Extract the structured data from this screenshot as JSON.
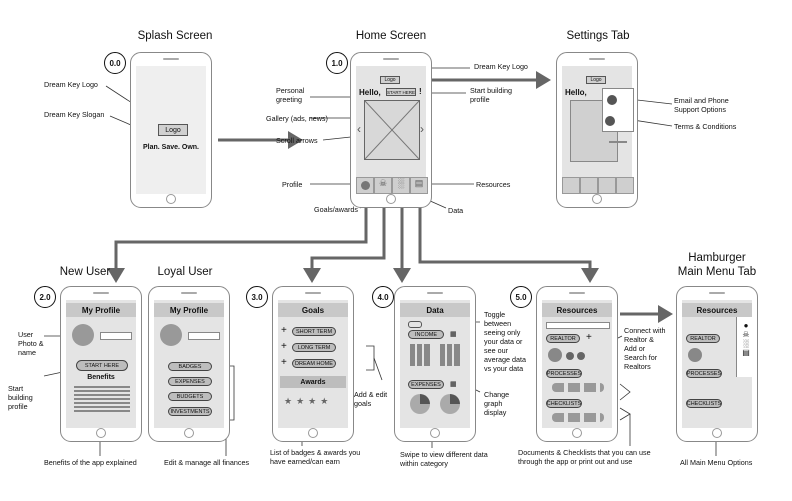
{
  "titles": {
    "splash": "Splash Screen",
    "home": "Home Screen",
    "settings": "Settings Tab",
    "new_user": "New User",
    "loyal_user": "Loyal User",
    "hamburger_1": "Hamburger",
    "hamburger_2": "Main Menu Tab"
  },
  "badges": {
    "splash": "0.0",
    "home": "1.0",
    "profile": "2.0",
    "goals": "3.0",
    "data": "4.0",
    "resources": "5.0"
  },
  "splash": {
    "logo": "Logo",
    "slogan": "Plan. Save. Own."
  },
  "home": {
    "logo": "Logo",
    "hello": "Hello,",
    "start_here": "START HERE",
    "exclaim": "!"
  },
  "settings": {
    "logo": "Logo",
    "hello": "Hello,"
  },
  "profile_new": {
    "header": "My Profile",
    "start_here": "START HERE",
    "benefits": "Benefits"
  },
  "profile_loyal": {
    "header": "My Profile",
    "items": [
      "BADGES",
      "EXPENSES",
      "BUDGETS",
      "INVESTMENTS"
    ]
  },
  "goals": {
    "header": "Goals",
    "items": [
      "SHORT TERM",
      "LONG TERM",
      "DREAM HOME"
    ],
    "awards": "Awards"
  },
  "data_screen": {
    "header": "Data",
    "income": "INCOME",
    "expenses": "EXPENSES"
  },
  "resources": {
    "header": "Resources",
    "realtor": "REALTOR",
    "processes": "PROCESSES",
    "checklists": "CHECKLISTS"
  },
  "hamburger_screen": {
    "header": "Resources",
    "realtor": "REALTOR",
    "processes": "PROCESSES",
    "checklists": "CHECKLISTS"
  },
  "annotations": {
    "dream_key_logo": "Dream Key Logo",
    "dream_key_slogan": "Dream Key Slogan",
    "dream_key_logo_home": "Dream Key Logo",
    "personal_greeting": "Personal greeting",
    "gallery": "Gallery (ads, news)",
    "scroll_arrows": "Scroll arrows",
    "profile": "Profile",
    "goals_awards": "Goals/awards",
    "start_building": "Start building profile",
    "resources": "Resources",
    "data": "Data",
    "email_phone": "Email and Phone Support Options",
    "terms": "Terms & Conditions",
    "user_photo": "User Photo & name",
    "start_building_2": "Start building profile",
    "benefits_explained": "Benefits of the app explained",
    "edit_finances": "Edit & manage all finances",
    "add_edit_goals": "Add & edit goals",
    "badges_awards": "List of badges & awards you have earned/can earn",
    "toggle": "Toggle between seeing only your data or see our average data vs your data",
    "change_graph": "Change graph display",
    "swipe": "Swipe to view different data within category",
    "connect_realtor": "Connect with Realtor & Add or Search for Realtors",
    "documents": "Documents & Checklists that you can use through the app or print out and use",
    "all_menu": "All Main Menu Options"
  }
}
